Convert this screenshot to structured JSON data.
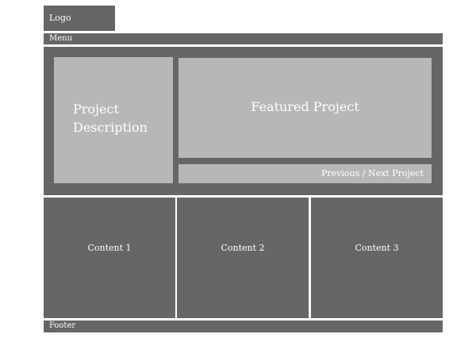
{
  "logo": {
    "label": "Logo"
  },
  "menu": {
    "label": "Menu"
  },
  "hero": {
    "project_description": "Project\nDescription",
    "featured_project": "Featured Project",
    "prev_next": "Previous / Next Project"
  },
  "content": [
    {
      "label": "Content 1"
    },
    {
      "label": "Content 2"
    },
    {
      "label": "Content 3"
    }
  ],
  "footer": {
    "label": "Footer"
  },
  "colors": {
    "dark_block": "#666666",
    "light_block": "#b7b7b7",
    "background": "#ffffff",
    "text": "#ffffff"
  }
}
